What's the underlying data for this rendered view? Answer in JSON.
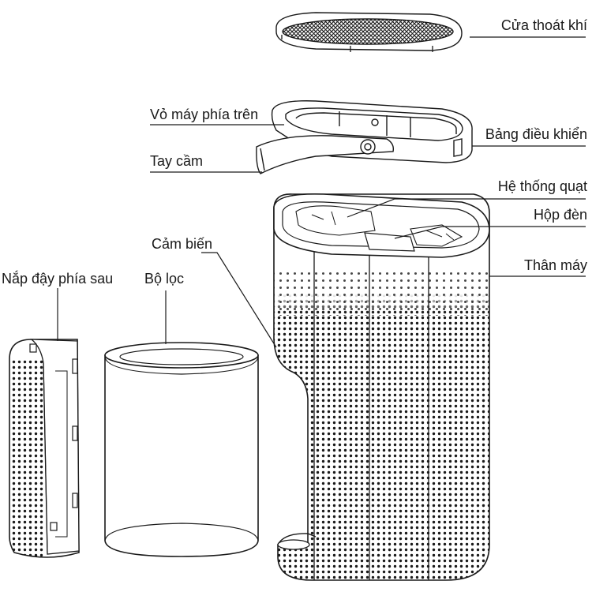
{
  "labels": {
    "exhaust_cover": "Cửa thoát khí",
    "top_casing": "Vỏ máy phía trên",
    "handle": "Tay cầm",
    "control_panel": "Bảng điều khiển",
    "fan_system": "Hệ thống quạt",
    "light_box": "Hộp đèn",
    "sensor": "Cảm biến",
    "main_body": "Thân máy",
    "back_cover": "Nắp đậy phía sau",
    "filter": "Bộ lọc"
  },
  "colors": {
    "line": "#1a1a1a",
    "text": "#1a1a1a",
    "background": "#ffffff"
  }
}
